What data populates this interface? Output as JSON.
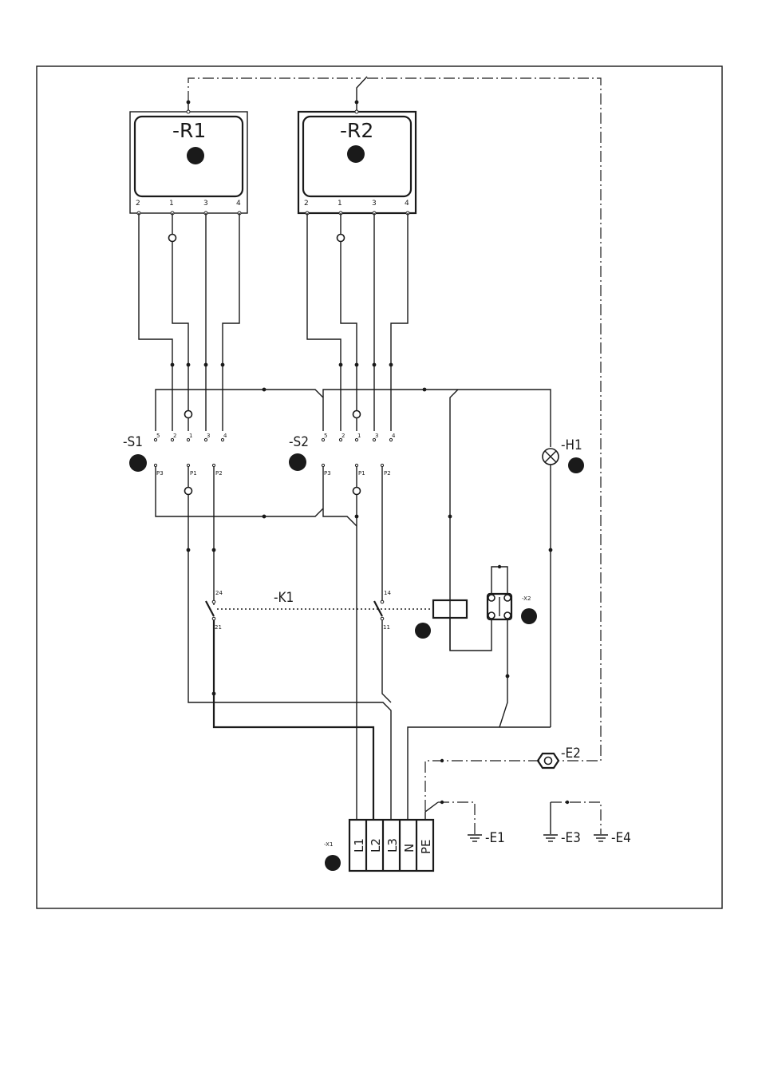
{
  "labels": {
    "r1": "-R1",
    "r2": "-R2",
    "s1": "-S1",
    "s2": "-S2",
    "h1": "-H1",
    "k1": "-K1",
    "x1": "-X1",
    "x2": "-X2",
    "e1": "-E1",
    "e2": "-E2",
    "e3": "-E3",
    "e4": "-E4"
  },
  "heater_terminals": [
    "2",
    "1",
    "3",
    "4"
  ],
  "switch_top_terminals": [
    "5",
    "2",
    "1",
    "3",
    "4"
  ],
  "switch_bottom_terminals": [
    "P3",
    "P1",
    "P2"
  ],
  "contact_numbers": {
    "k1_left_top": "24",
    "k1_left_bottom": "21",
    "k1_right_top": "14",
    "k1_right_bottom": "11"
  },
  "x1_terminals": [
    "L1",
    "L2",
    "L3",
    "N",
    "PE"
  ],
  "colors": {
    "line": "#1a1a1a",
    "background": "#ffffff"
  }
}
